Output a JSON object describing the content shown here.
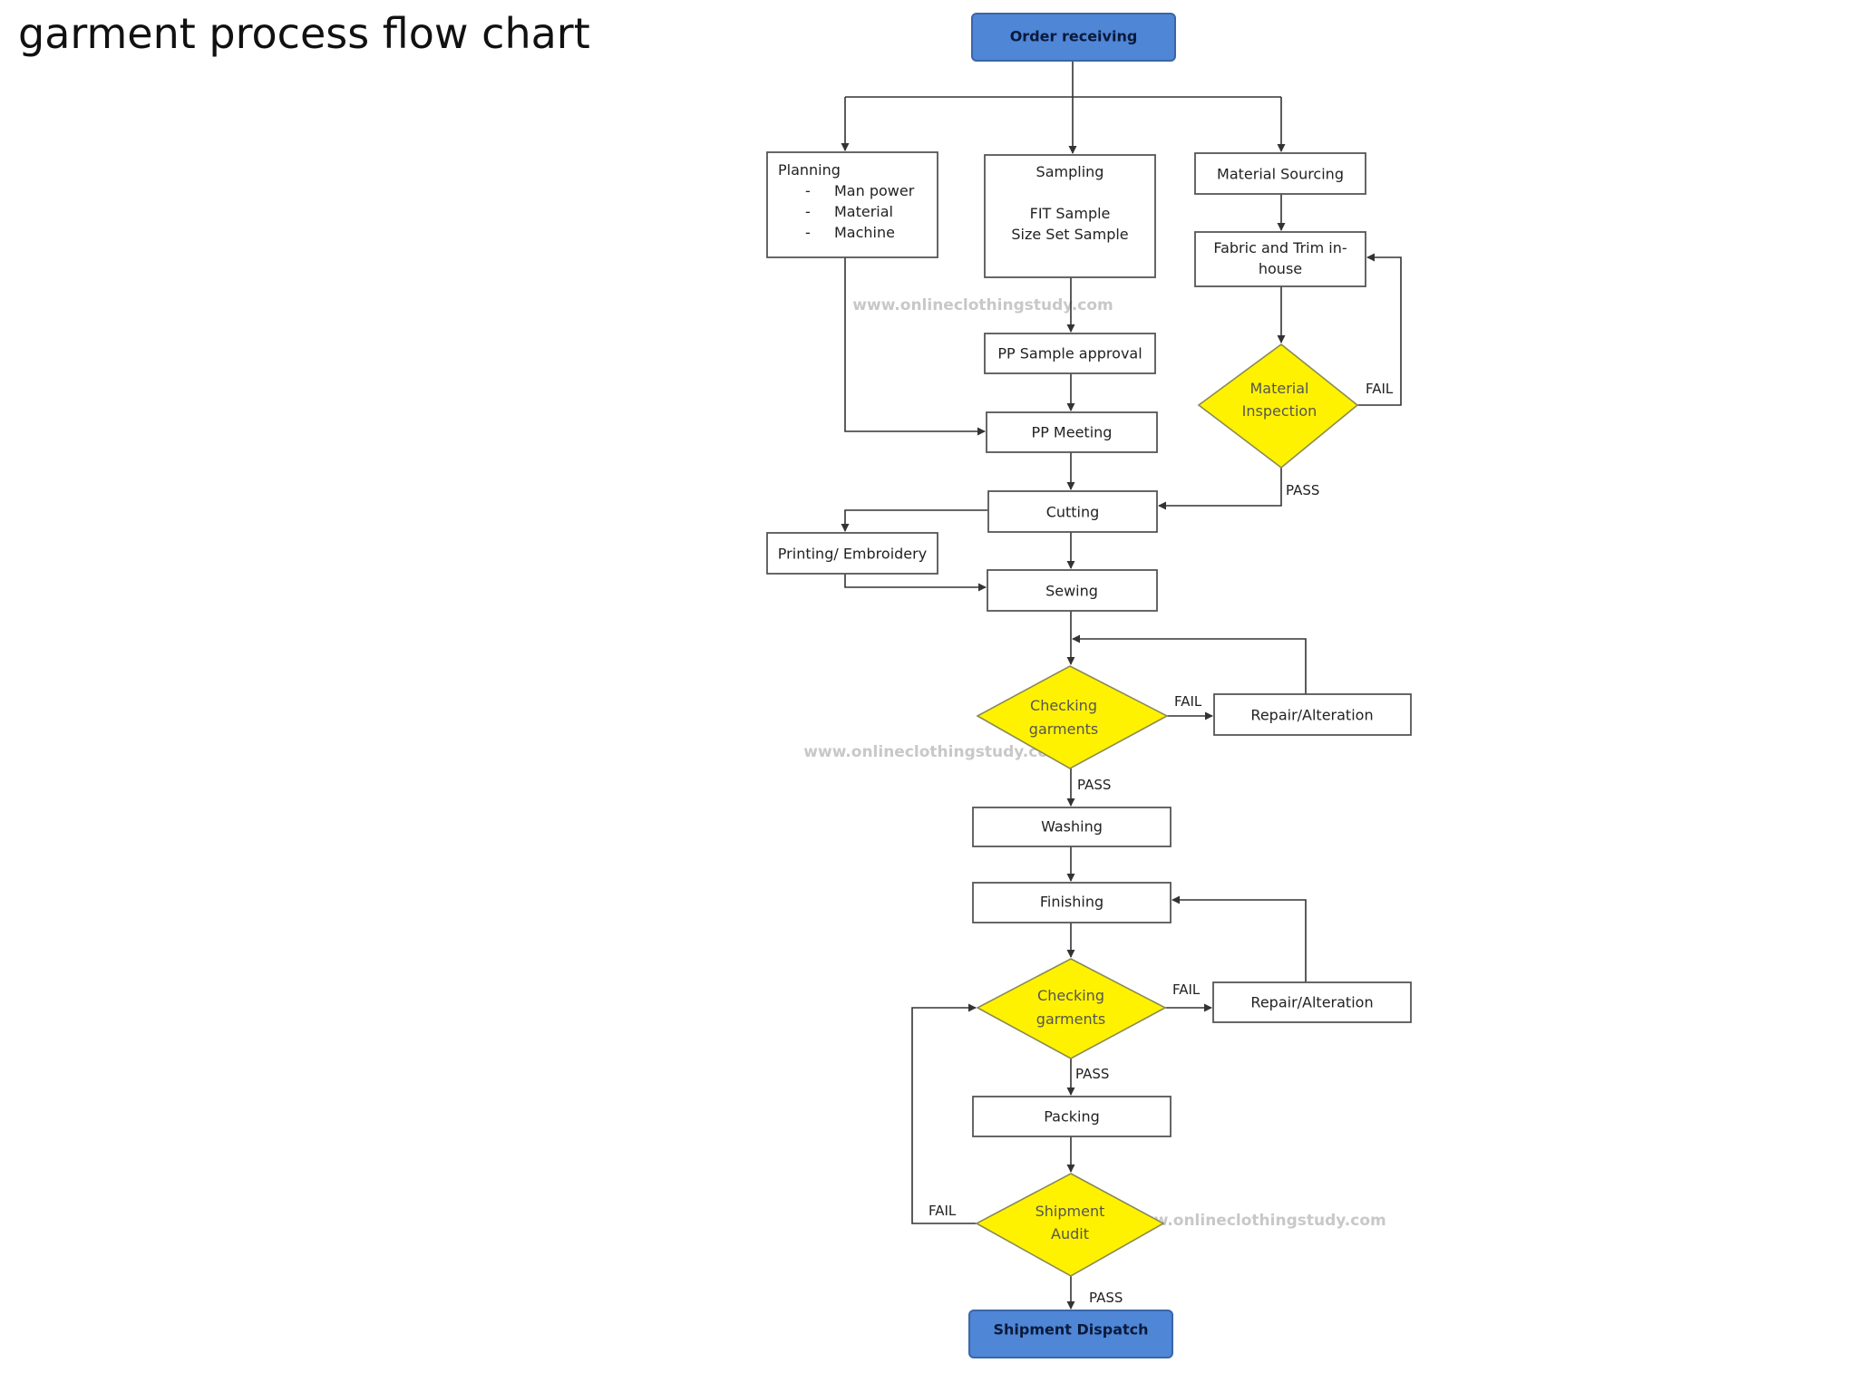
{
  "title": "garment process flow chart",
  "watermark": "www.onlineclothingstudy.com",
  "nodes": {
    "order_receiving": "Order receiving",
    "planning": "Planning",
    "planning_items": [
      "Man power",
      "Material",
      "Machine"
    ],
    "sampling": "Sampling",
    "fit_sample": "FIT Sample",
    "size_set_sample": "Size Set Sample",
    "material_sourcing": "Material Sourcing",
    "fabric_trim_line1": "Fabric and Trim in-",
    "fabric_trim_line2": "house",
    "pp_sample_approval": "PP Sample approval",
    "material_inspection_line1": "Material",
    "material_inspection_line2": "Inspection",
    "pp_meeting": "PP Meeting",
    "cutting": "Cutting",
    "printing_embroidery": "Printing/ Embroidery",
    "sewing": "Sewing",
    "checking_line1": "Checking",
    "checking_line2": "garments",
    "repair_alteration": "Repair/Alteration",
    "washing": "Washing",
    "finishing": "Finishing",
    "packing": "Packing",
    "shipment_audit_line1": "Shipment",
    "shipment_audit_line2": "Audit",
    "shipment_dispatch": "Shipment Dispatch"
  },
  "edge_labels": {
    "pass": "PASS",
    "fail": "FAIL"
  },
  "colors": {
    "terminal": "#4f86d6",
    "decision": "#fff200"
  }
}
